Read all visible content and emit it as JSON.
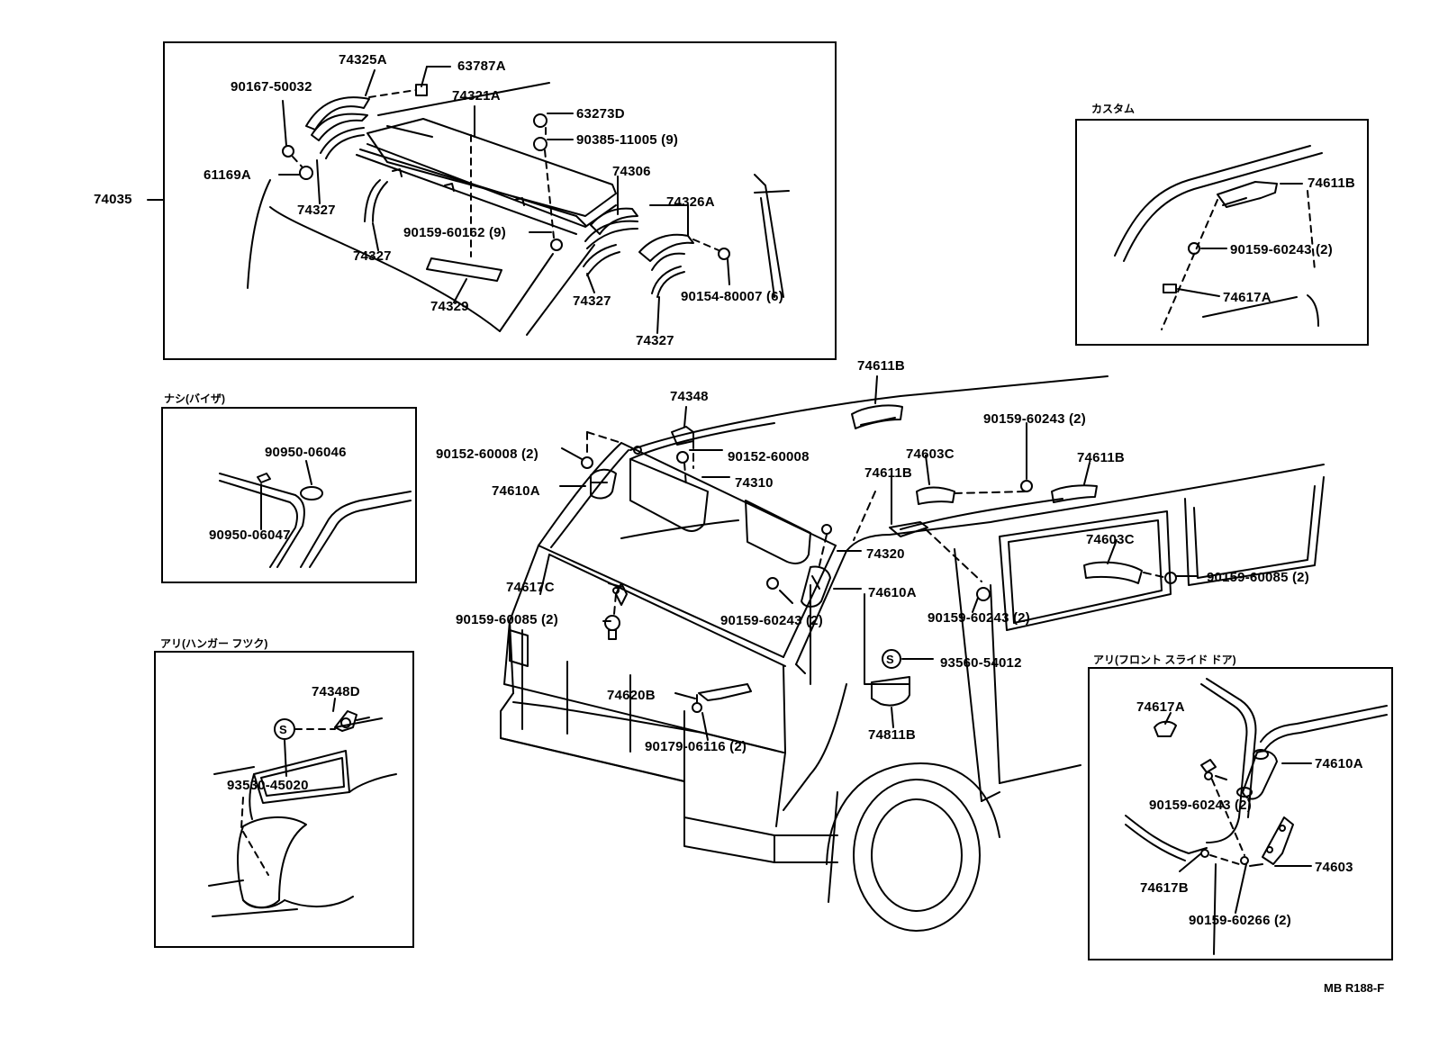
{
  "drawing_ref": "MB R188-F",
  "insets": {
    "visor_assembly": {
      "callout": "74035"
    },
    "custom": {
      "title": "カスタム"
    },
    "without_visor": {
      "title": "ナシ(バイザ)"
    },
    "with_hanger_hook": {
      "title": "アリ(ハンガー フツク)"
    },
    "with_front_slide_door": {
      "title": "アリ(フロント スライド ドア)"
    }
  },
  "labels": {
    "top": [
      "74325A",
      "63787A",
      "90167-50032",
      "74321A",
      "63273D",
      "90385-11005 (9)",
      "61169A",
      "74327",
      "74306",
      "74326A",
      "74327",
      "90159-60162 (9)",
      "90154-80007 (6)",
      "74329",
      "74327",
      "74327"
    ],
    "custom": [
      "74611B",
      "90159-60243 (2)",
      "74617A"
    ],
    "without_visor": [
      "90950-06046",
      "90950-06047"
    ],
    "hanger": [
      "74348D",
      "93530-45020"
    ],
    "main": [
      "74611B",
      "74348",
      "90159-60243 (2)",
      "90152-60008 (2)",
      "90152-60008",
      "74610A",
      "74310",
      "74603C",
      "74611B",
      "74611B",
      "74603C",
      "74320",
      "74617C",
      "90159-60085 (2)",
      "90159-60085 (2)",
      "74610A",
      "90159-60243 (2)",
      "90159-60243 (2)",
      "93560-54012",
      "74620B",
      "90179-06116 (2)",
      "74811B"
    ],
    "front_slide": [
      "74617A",
      "74610A",
      "90159-60243 (2)",
      "74603",
      "74617B",
      "90159-60266 (2)"
    ]
  }
}
